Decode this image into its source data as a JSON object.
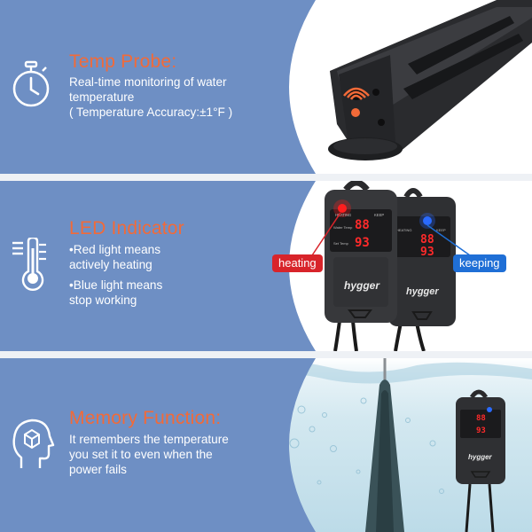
{
  "sections": [
    {
      "title": "Temp Probe:",
      "lines": [
        "Real-time monitoring of water",
        "temperature",
        "( Temperature Accuracy:±1°F )"
      ],
      "icon": "stopwatch-icon"
    },
    {
      "title": "LED Indicator",
      "lines": [
        "•Red light means",
        "actively heating",
        "•Blue light means",
        "stop working"
      ],
      "icon": "thermometer-icon"
    },
    {
      "title": "Memory Function:",
      "lines": [
        "It remembers the temperature",
        "you set it to even when the",
        "power fails"
      ],
      "icon": "head-memory-icon"
    }
  ],
  "labels": {
    "heating": "heating",
    "keeping": "keeping"
  },
  "controller": {
    "brand": "hygger",
    "heating_label": "HEATING",
    "keep_label": "KEEP",
    "water_label": "Water Temp",
    "set_label": "Set Temp",
    "water_reading": "88",
    "set_reading": "93"
  },
  "colors": {
    "panel_blue": "#6e8fc4",
    "title_orange": "#f26a38",
    "heating_red": "#d8242a",
    "keeping_blue": "#1f6fd6"
  }
}
